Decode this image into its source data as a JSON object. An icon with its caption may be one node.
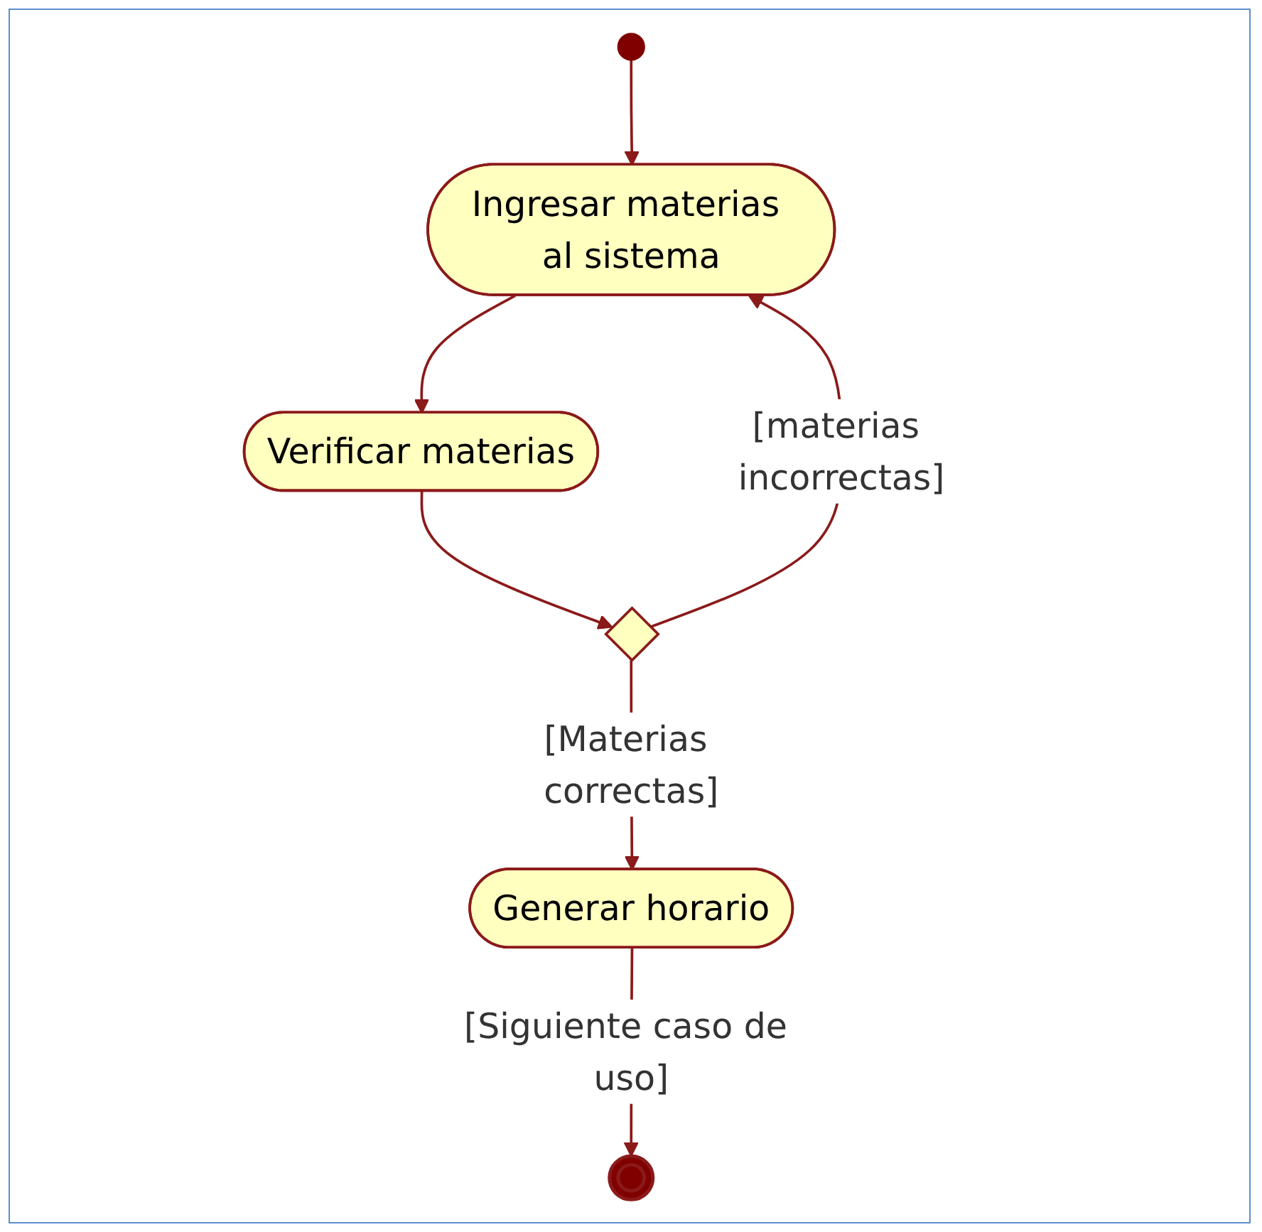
{
  "diagram": {
    "nodes": [
      {
        "text": [],
        "shape": "circle"
      },
      {
        "text": [
          "Ingresar materias al sistema"
        ]
      },
      {
        "text": [
          "Verificar materias"
        ]
      },
      {
        "text": [],
        "shape": "diamond"
      },
      {
        "text": [
          "Generar horario"
        ]
      },
      {
        "text": [],
        "shape": "bullseye"
      }
    ],
    "edges": [
      {
        "from": 0,
        "to": 1,
        "arrow": "to"
      },
      {
        "from": 1,
        "to": 2,
        "arrow": "to"
      },
      {
        "from": 2,
        "to": 3,
        "arrow": "to"
      },
      {
        "from": 3,
        "to": 1,
        "arrow": "to",
        "label": "[materias incorrectas]"
      },
      {
        "from": 3,
        "to": 4,
        "arrow": "to",
        "label": "[Materias correctas]"
      },
      {
        "from": 4,
        "to": 5,
        "arrow": "to",
        "label": "[Siguiente caso de uso]"
      }
    ]
  }
}
